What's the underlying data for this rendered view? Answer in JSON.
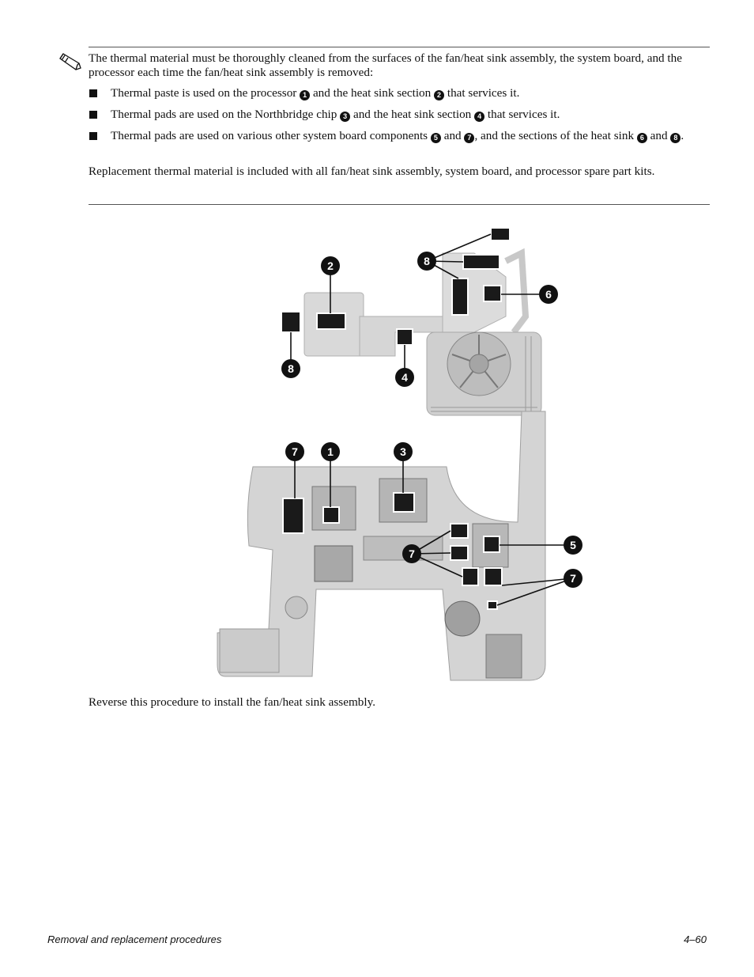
{
  "note": {
    "icon": "pencil-note-icon",
    "intro": "The thermal material must be thoroughly cleaned from the surfaces of the fan/heat sink assembly, the system board, and the processor each time the fan/heat sink assembly is removed:",
    "bullets": [
      {
        "p1": "Thermal paste is used on the processor ",
        "c1": "1",
        "p2": " and the heat sink section ",
        "c2": "2",
        "p3": " that services it."
      },
      {
        "p1": "Thermal pads are used on the Northbridge chip ",
        "c1": "3",
        "p2": " and the heat sink section ",
        "c2": "4",
        "p3": " that services it."
      },
      {
        "p1": "Thermal pads are used on various other system board components ",
        "c1": "5",
        "p2": " and ",
        "c2": "7",
        "p3": ", and the sections of the heat sink ",
        "c3": "6",
        "p4": " and ",
        "c4": "8",
        "p5": "."
      }
    ],
    "replacement": "Replacement thermal material is included with all fan/heat sink assembly, system board, and processor spare part kits."
  },
  "figure": {
    "callouts": [
      "1",
      "2",
      "3",
      "4",
      "5",
      "6",
      "7",
      "7",
      "8",
      "8"
    ]
  },
  "body": {
    "reverse": "Reverse this procedure to install the fan/heat sink assembly."
  },
  "footer": {
    "left": "Removal and replacement procedures",
    "right": "4–60"
  }
}
